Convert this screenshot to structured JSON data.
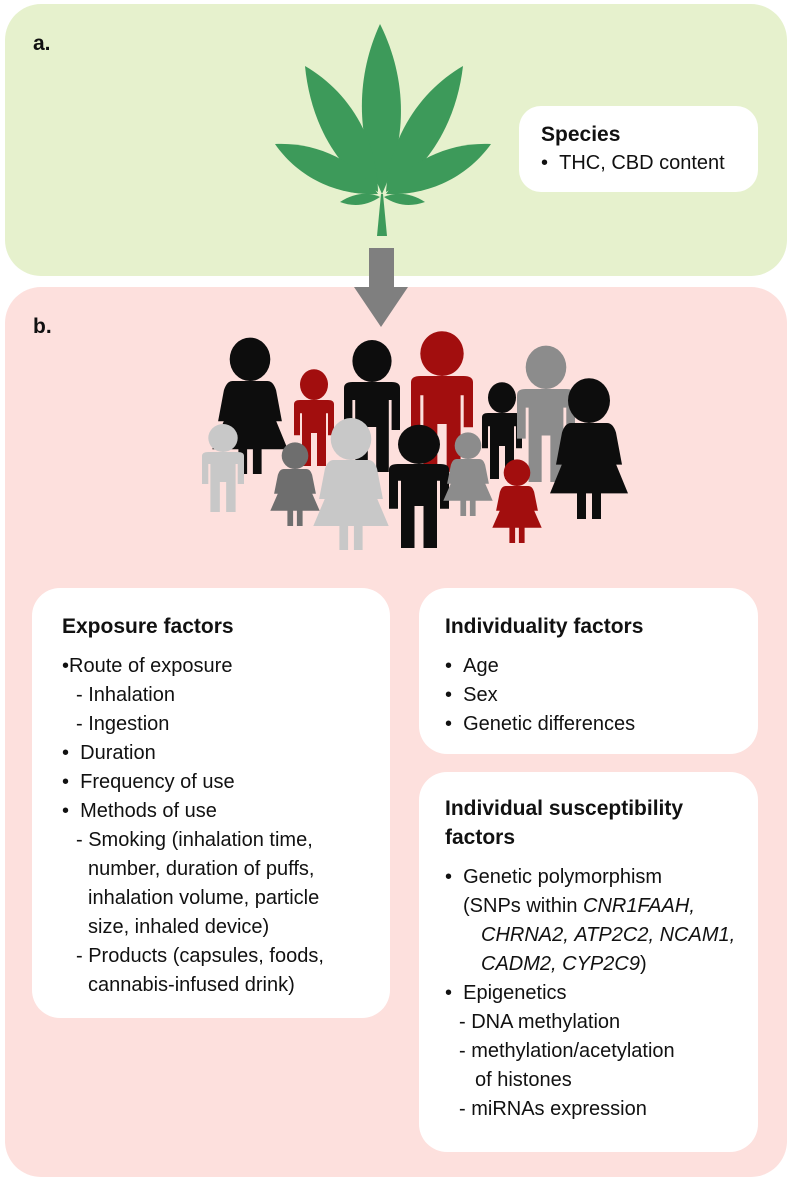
{
  "panel_a": {
    "label": "a.",
    "species_card": {
      "title": "Species",
      "items": [
        "THC, CBD content"
      ]
    }
  },
  "panel_b": {
    "label": "b.",
    "exposure": {
      "title": "Exposure factors",
      "lines": [
        "Route of exposure",
        "- Inhalation",
        "- Ingestion",
        "Duration",
        "Frequency of use",
        "Methods of use",
        "- Smoking (inhalation time,",
        "number, duration of puffs,",
        "inhalation volume, particle",
        "size, inhaled device)",
        "- Products (capsules, foods,",
        "cannabis-infused drink)"
      ]
    },
    "individuality": {
      "title": "Individuality factors",
      "items": [
        "Age",
        "Sex",
        "Genetic differences"
      ]
    },
    "susceptibility": {
      "title_line1": "Individual susceptibility",
      "title_line2": "factors",
      "polymorphism": "Genetic polymorphism",
      "snps_prefix": "(SNPs within ",
      "genes": [
        "CNR1",
        "FAAH,",
        "CHRNA2,",
        "ATP2C2,",
        "NCAM1,",
        "CADM2,",
        "CYP2C9"
      ],
      "snps_suffix": ")",
      "epigenetics": "Epigenetics",
      "epi_lines": [
        "- DNA methylation",
        "- methylation/acetylation",
        "of histones",
        "- miRNAs expression"
      ]
    }
  },
  "colors": {
    "panel_a_bg": "#e6f1cd",
    "panel_b_bg": "#fde0dd",
    "leaf": "#3d9a5a",
    "arrow": "#7f7f7f",
    "figure_black": "#0d0d0d",
    "figure_red": "#a20e0e",
    "figure_gray": "#8c8c8c",
    "figure_dark_gray": "#6e6e6e",
    "figure_light_gray": "#c8c8c8"
  }
}
